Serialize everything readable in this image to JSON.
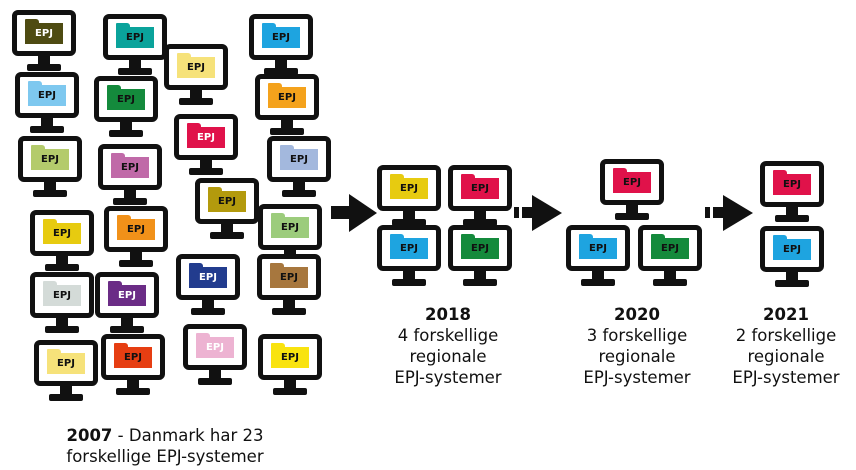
{
  "folder_label": "EPJ",
  "stages": [
    {
      "year": "2007",
      "caption_rest": " - Danmark har 23",
      "caption_line2": "forskellige EPJ-systemer",
      "folders": [
        {
          "color": "#4e4b12",
          "text": "#ffffff"
        },
        {
          "color": "#0aa39b",
          "text": "#111111"
        },
        {
          "color": "#f6e27a",
          "text": "#111111"
        },
        {
          "color": "#1ea4e0",
          "text": "#111111"
        },
        {
          "color": "#7ec8ef",
          "text": "#111111"
        },
        {
          "color": "#148a3c",
          "text": "#111111"
        },
        {
          "color": "#f4a21c",
          "text": "#111111"
        },
        {
          "color": "#b4cb6c",
          "text": "#111111"
        },
        {
          "color": "#e0124a",
          "text": "#ffffff"
        },
        {
          "color": "#c06aa8",
          "text": "#111111"
        },
        {
          "color": "#a3b8dd",
          "text": "#111111"
        },
        {
          "color": "#b39a0d",
          "text": "#111111"
        },
        {
          "color": "#e7cb10",
          "text": "#111111"
        },
        {
          "color": "#f19119",
          "text": "#111111"
        },
        {
          "color": "#9ccc7c",
          "text": "#111111"
        },
        {
          "color": "#d4dbd8",
          "text": "#111111"
        },
        {
          "color": "#6b2c86",
          "text": "#ffffff"
        },
        {
          "color": "#223c8e",
          "text": "#ffffff"
        },
        {
          "color": "#a7773e",
          "text": "#111111"
        },
        {
          "color": "#f6e27a",
          "text": "#111111"
        },
        {
          "color": "#e63e12",
          "text": "#111111"
        },
        {
          "color": "#edb3d2",
          "text": "#ffffff"
        },
        {
          "color": "#f9e30f",
          "text": "#111111"
        }
      ]
    },
    {
      "year": "2018",
      "lines": [
        "4 forskellige",
        "regionale",
        "EPJ-systemer"
      ],
      "folders": [
        {
          "color": "#e7cb10",
          "text": "#111111"
        },
        {
          "color": "#e0124a",
          "text": "#111111"
        },
        {
          "color": "#1ea4e0",
          "text": "#111111"
        },
        {
          "color": "#148a3c",
          "text": "#111111"
        }
      ]
    },
    {
      "year": "2020",
      "lines": [
        "3 forskellige",
        "regionale",
        "EPJ-systemer"
      ],
      "folders": [
        {
          "color": "#e0124a",
          "text": "#111111"
        },
        {
          "color": "#1ea4e0",
          "text": "#111111"
        },
        {
          "color": "#148a3c",
          "text": "#111111"
        }
      ]
    },
    {
      "year": "2021",
      "lines": [
        "2 forskellige",
        "regionale",
        "EPJ-systemer"
      ],
      "folders": [
        {
          "color": "#e0124a",
          "text": "#111111"
        },
        {
          "color": "#1ea4e0",
          "text": "#111111"
        }
      ]
    }
  ]
}
